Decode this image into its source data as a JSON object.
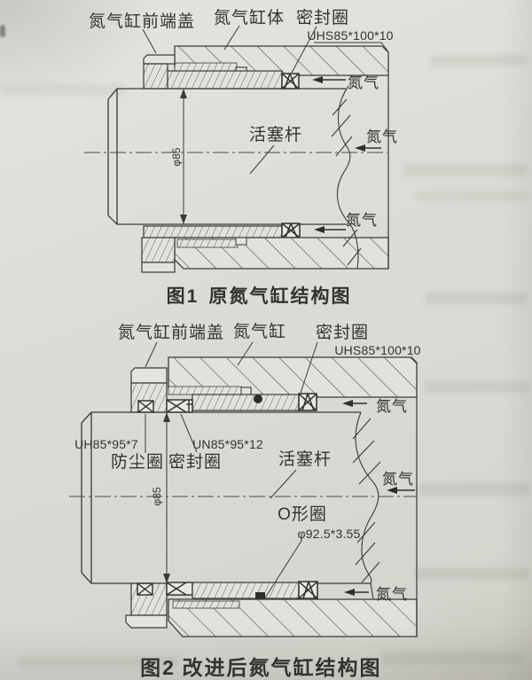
{
  "colors": {
    "paper": "#dcdbd5",
    "ink": "#3b3a37",
    "hatch": "#504e4a"
  },
  "figure1": {
    "caption_no": "图1",
    "caption_title": "原氮气缸结构图",
    "labels": {
      "front_cover": "氮气缸前端盖",
      "cylinder_body": "氮气缸体",
      "seal_ring": "密封圈",
      "seal_spec": "UHS85*100*10",
      "piston_rod": "活塞杆",
      "nitrogen_top": "氮气",
      "nitrogen_mid": "氮气",
      "nitrogen_bottom": "氮气",
      "diameter": "φ85"
    }
  },
  "figure2": {
    "caption_no": "图2",
    "caption_title": "改进后氮气缸结构图",
    "labels": {
      "front_cover": "氮气缸前端盖",
      "cylinder": "氮气缸",
      "seal_ring_top": "密封圈",
      "seal_spec_top": "UHS85*100*10",
      "dust_ring_spec": "UH85*95*7",
      "dust_ring": "防尘圈",
      "seal_ring_left": "密封圈",
      "seal_ring_left_spec": "UN85*95*12",
      "piston_rod": "活塞杆",
      "o_ring": "O形圈",
      "o_ring_spec": "φ92.5*3.55",
      "nitrogen_top": "氮气",
      "nitrogen_mid": "氮气",
      "nitrogen_bottom": "氮气",
      "diameter": "φ85"
    }
  }
}
